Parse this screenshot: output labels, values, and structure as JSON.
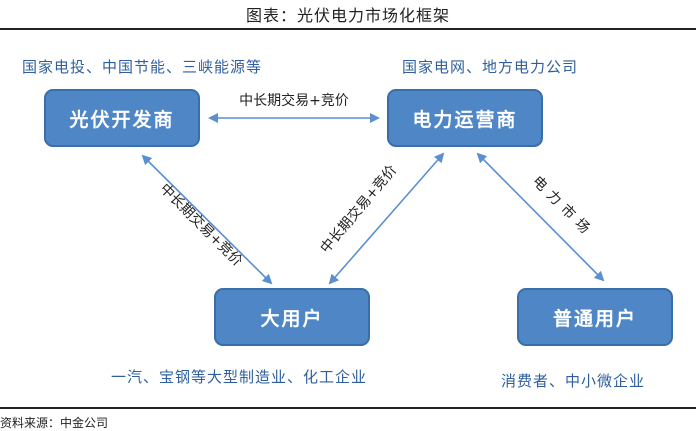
{
  "title": "图表：光伏电力市场化框架",
  "nodes": {
    "pv_developer": "光伏开发商",
    "power_operator": "电力运营商",
    "large_user": "大用户",
    "ordinary_user": "普通用户"
  },
  "notes": {
    "pv_developer": "国家电投、中国节能、三峡能源等",
    "power_operator": "国家电网、地方电力公司",
    "large_user": "一汽、宝钢等大型制造业、化工企业",
    "ordinary_user": "消费者、中小微企业"
  },
  "edges": {
    "dev_operator": "中长期交易+竞价",
    "dev_large": "中长期交易+竞价",
    "operator_large": "中长期交易+竞价",
    "operator_ordinary": "电力市场"
  },
  "colors": {
    "box_fill": "#4f86c6",
    "box_border": "#3a6ea8",
    "note_text": "#2f5f9e",
    "arrow": "#5b8fd0"
  },
  "source": "资料来源：中金公司"
}
